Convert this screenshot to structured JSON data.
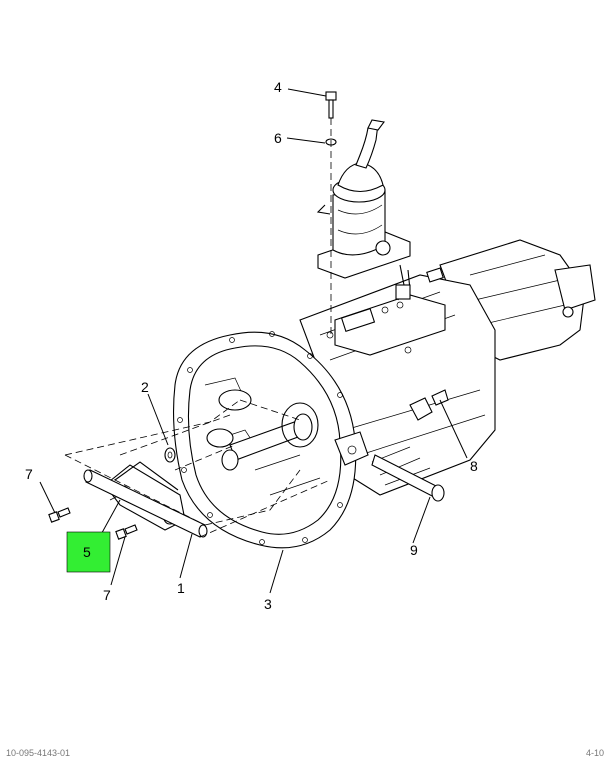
{
  "diagram": {
    "callouts": {
      "c1": "1",
      "c2": "2",
      "c3": "3",
      "c4": "4",
      "c5": "5",
      "c6": "6",
      "c7a": "7",
      "c7b": "7",
      "c8": "8",
      "c9": "9"
    },
    "highlight_color": "#33ee33"
  },
  "footer": {
    "left": "10-095-4143-01",
    "right": "4-10"
  }
}
